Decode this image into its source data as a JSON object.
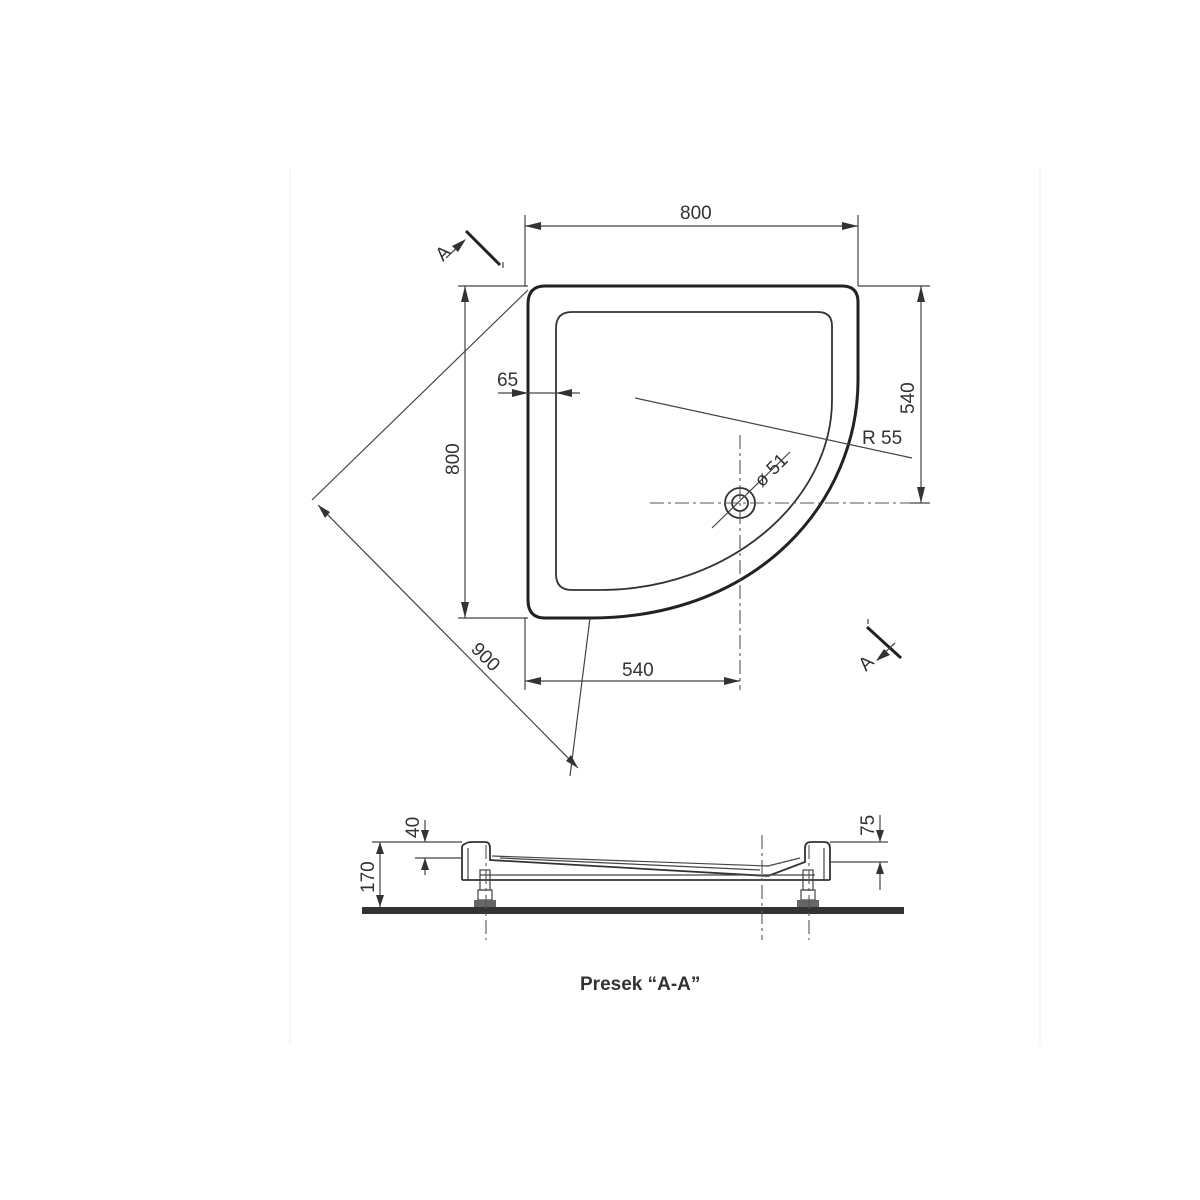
{
  "plan": {
    "width_top": "800",
    "height_left": "800",
    "diagonal": "900",
    "offset_bottom": "540",
    "offset_right": "540",
    "rim": "65",
    "radius": "R 55",
    "drain": "ø 51",
    "section_mark_top": "A",
    "section_mark_bottom": "A"
  },
  "section": {
    "rim_height": "40",
    "total_height": "170",
    "right_height": "75",
    "caption": "Presek “A-A”"
  }
}
